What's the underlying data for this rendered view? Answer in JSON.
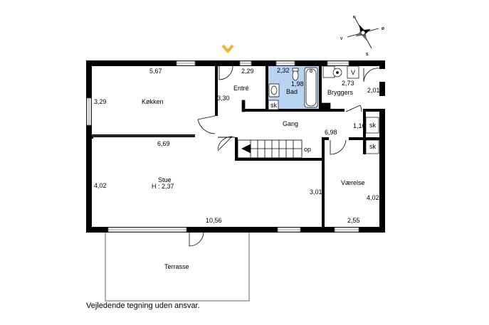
{
  "plan": {
    "rooms": {
      "kokken": "Køkken",
      "entre": "Entré",
      "bad": "Bad",
      "bryggers": "Bryggers",
      "gang": "Gang",
      "stue": "Stue",
      "stue_height": "H : 2,37",
      "vaerelse": "Værelse",
      "terrasse": "Terrasse"
    },
    "dimensions": {
      "kokken_width": "5,67",
      "kokken_depth": "3,29",
      "entre_width": "2,29",
      "entre_depth": "3,30",
      "bad_width": "2,32",
      "bad_depth": "1,98",
      "bryggers_width": "2,73",
      "bryggers_depth": "2,01",
      "gang_width": "6,98",
      "gang_depth": "1,16",
      "stue_top": "6,69",
      "stue_depth_left": "4,02",
      "stue_depth_right": "3,01",
      "house_width": "10,56",
      "vaerelse_depth": "4,02",
      "vaerelse_width": "2,55"
    },
    "fixtures": {
      "sk_bath": "sk",
      "sk_hall_1": "sk",
      "sk_hall_2": "sk",
      "v": "V",
      "op": "op"
    },
    "compass": {
      "n": "N",
      "s": "S",
      "v": "V",
      "o": "Ø"
    },
    "colors": {
      "bathroom": "#b8d4f2",
      "entrance_marker": "#f0b429",
      "wall": "#000000"
    }
  },
  "footer": {
    "caption": "Vejledende tegning uden ansvar."
  }
}
